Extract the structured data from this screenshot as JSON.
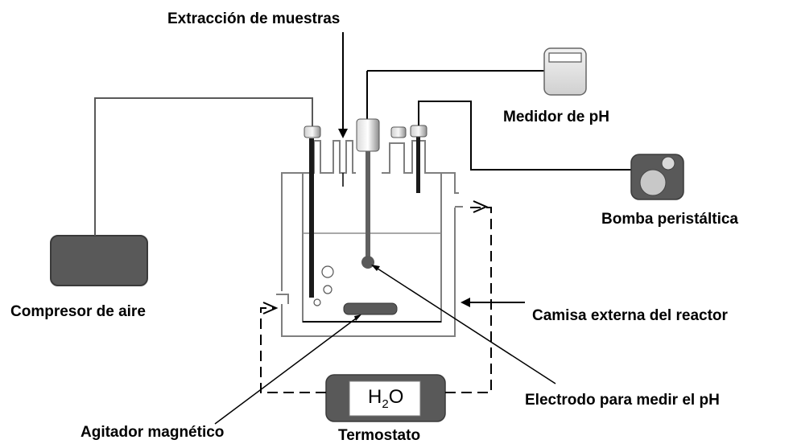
{
  "labels": {
    "sample_extraction": "Extracción de muestras",
    "ph_meter": "Medidor de pH",
    "peristaltic_pump": "Bomba peristáltica",
    "air_compressor": "Compresor de aire",
    "reactor_jacket": "Camisa externa del reactor",
    "ph_electrode": "Electrodo para medir el pH",
    "magnetic_stirrer": "Agitador magnético",
    "thermostat": "Termostato"
  },
  "thermostat_fluid": {
    "base": "H",
    "subscript": "2",
    "suffix": "O"
  },
  "colors": {
    "device_fill": "#595959",
    "electrode": "#606060",
    "line": "#000000"
  }
}
